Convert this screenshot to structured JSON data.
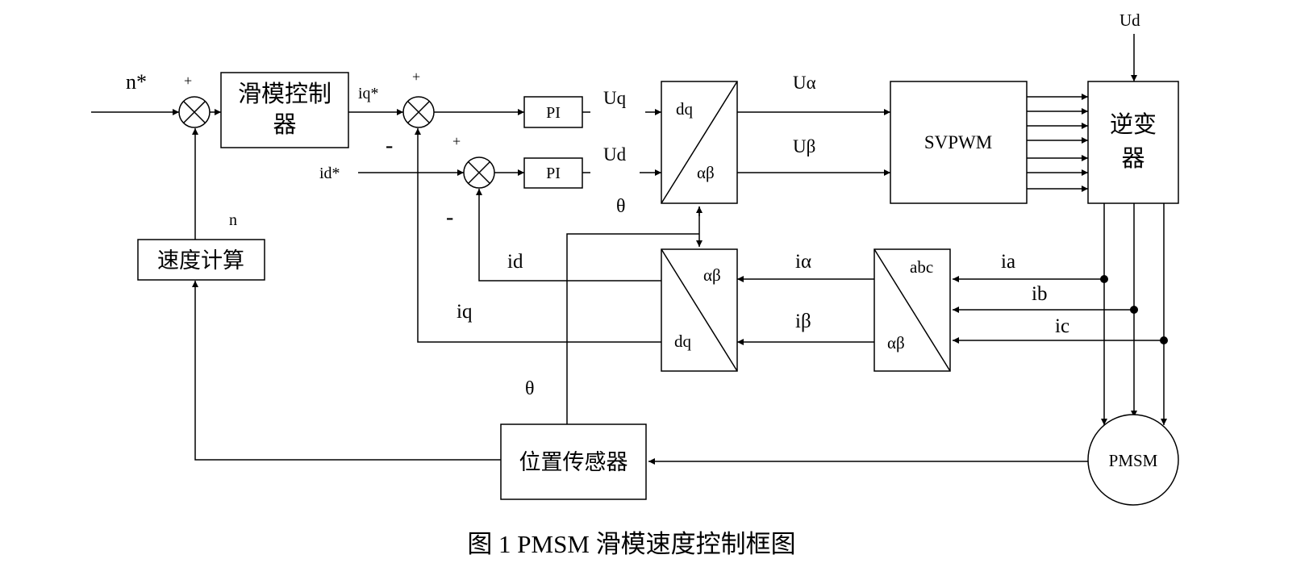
{
  "caption": "图 1 PMSM 滑模速度控制框图",
  "blocks": {
    "smc": [
      "滑模控制",
      "器"
    ],
    "pi_q": "PI",
    "pi_d": "PI",
    "park_dq": "dq",
    "park_ab": "αβ",
    "invpark_ab": "αβ",
    "invpark_dq": "dq",
    "clarke_abc": "abc",
    "clarke_ab": "αβ",
    "svpwm": "SVPWM",
    "inverter": [
      "逆变",
      "器"
    ],
    "speed_calc": "速度计算",
    "pos_sensor": "位置传感器",
    "pmsm": "PMSM"
  },
  "signals": {
    "n_ref": "n*",
    "n": "n",
    "iq_ref": "iq*",
    "id_ref": "id*",
    "uq": "Uq",
    "ud": "Ud",
    "ud_dc": "Ud",
    "u_alpha": "Uα",
    "u_beta": "Uβ",
    "theta_top": "θ",
    "theta_bottom": "θ",
    "id": "id",
    "iq": "iq",
    "i_alpha": "iα",
    "i_beta": "iβ",
    "ia": "ia",
    "ib": "ib",
    "ic": "ic"
  },
  "signs": {
    "sum1_plus": "+",
    "sum2_plus": "+",
    "sum2_minus": "-",
    "sum3_plus": "+",
    "sum3_minus": "-"
  }
}
